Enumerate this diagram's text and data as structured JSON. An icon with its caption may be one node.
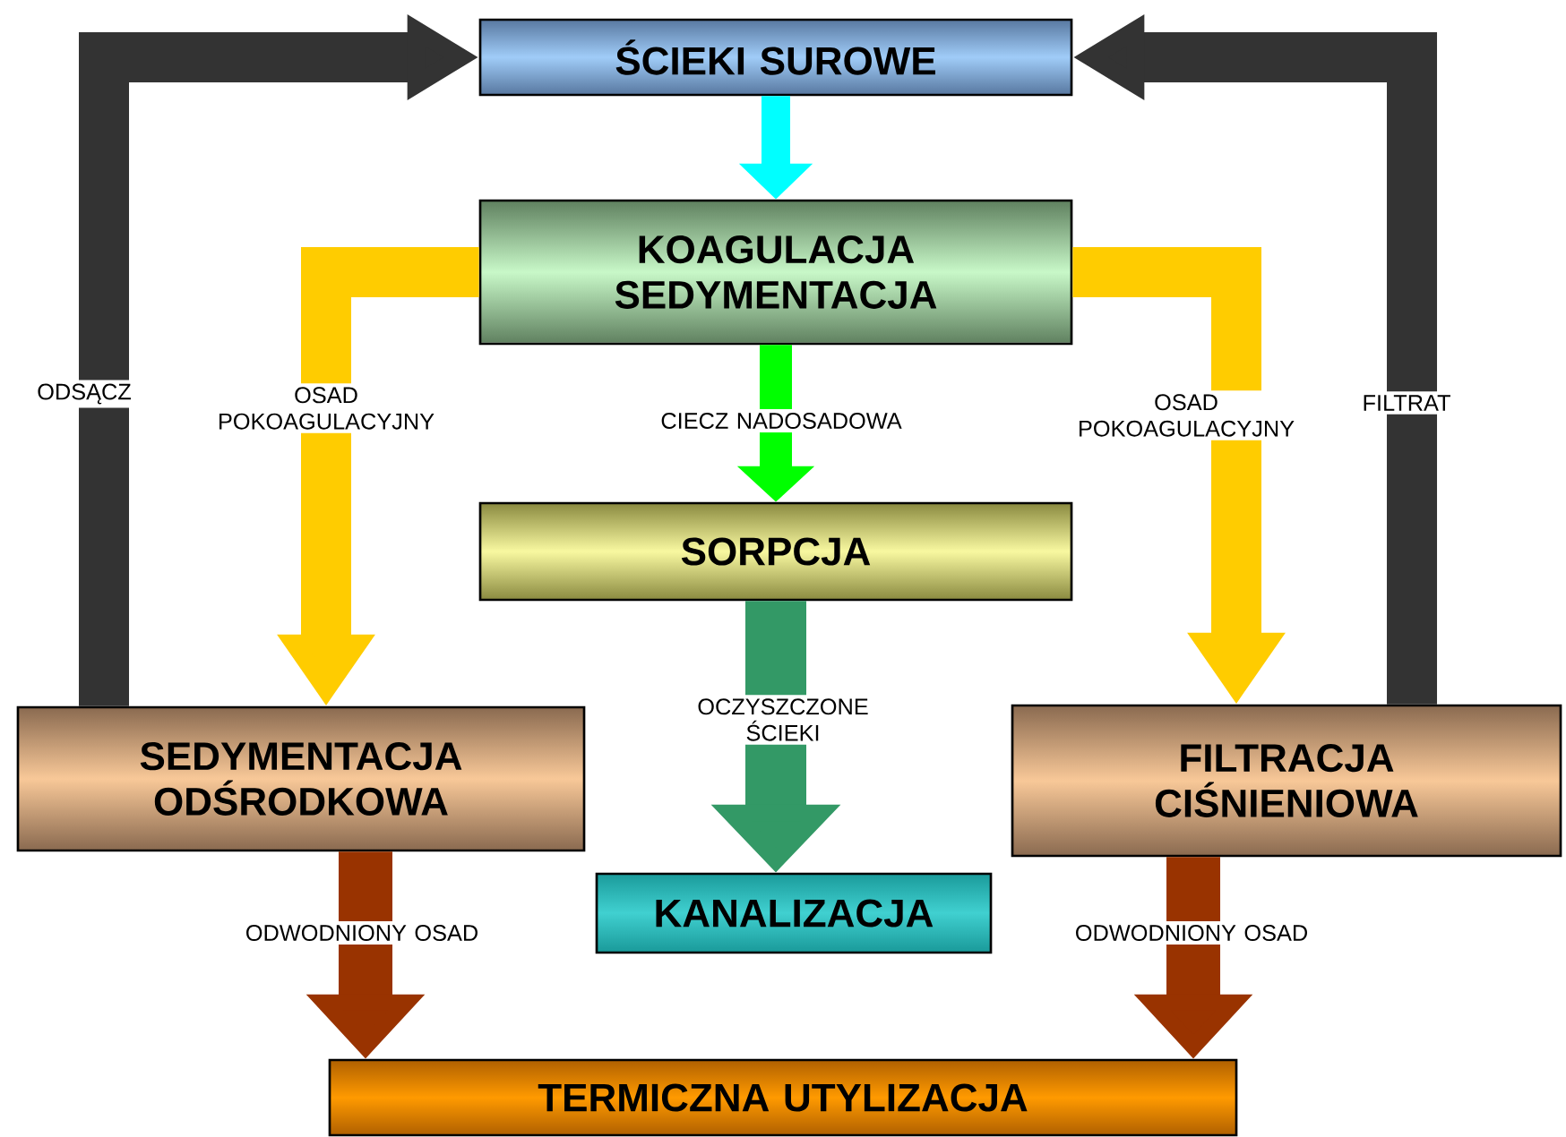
{
  "diagram": {
    "nodes": [
      {
        "text": [
          "ŚCIEKI SUROWE"
        ]
      },
      {
        "text": [
          "KOAGULACJA SEDYMENTACJA"
        ]
      },
      {
        "text": [
          "SORPCJA"
        ]
      },
      {
        "text": [
          "SEDYMENTACJA ODŚRODKOWA"
        ]
      },
      {
        "text": [
          "FILTRACJA CIŚNIENIOWA"
        ]
      },
      {
        "text": [
          "KANALIZACJA"
        ]
      },
      {
        "text": [
          "TERMICZNA UTYLIZACJA"
        ]
      }
    ],
    "edges": [
      {
        "from": 0,
        "to": 1,
        "arrow": "to",
        "color": "#00ffff"
      },
      {
        "from": 1,
        "to": 2,
        "arrow": "to",
        "label": "CIECZ NADOSADOWA",
        "color": "#00ff00"
      },
      {
        "from": 1,
        "to": 3,
        "arrow": "to",
        "label": "OSAD POKOAGULACYJNY",
        "color": "#ffcc00"
      },
      {
        "from": 1,
        "to": 4,
        "arrow": "to",
        "label": "OSAD POKOAGULACYJNY",
        "color": "#ffcc00"
      },
      {
        "from": 2,
        "to": 5,
        "arrow": "to",
        "label": "OCZYSZCZONE ŚCIEKI",
        "color": "#339966"
      },
      {
        "from": 3,
        "to": 0,
        "arrow": "to",
        "label": "ODSĄCZ",
        "color": "#333333"
      },
      {
        "from": 4,
        "to": 0,
        "arrow": "to",
        "label": "FILTRAT",
        "color": "#333333"
      },
      {
        "from": 3,
        "to": 6,
        "arrow": "to",
        "label": "ODWODNIONY OSAD",
        "color": "#993300"
      },
      {
        "from": 4,
        "to": 6,
        "arrow": "to",
        "label": "ODWODNIONY OSAD",
        "color": "#993300"
      }
    ]
  }
}
